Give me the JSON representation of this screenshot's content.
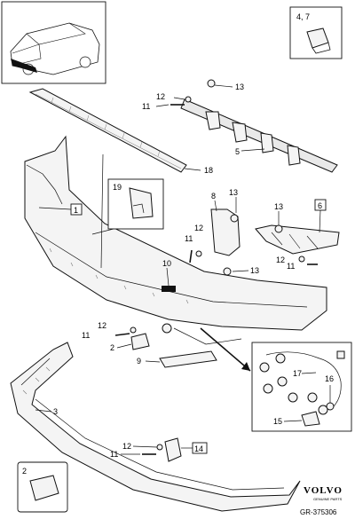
{
  "callouts": {
    "n1": "1",
    "n2": "2",
    "n3": "3",
    "n47": "4, 7",
    "n5": "5",
    "n6": "6",
    "n8": "8",
    "n9": "9",
    "n10": "10",
    "n11": "11",
    "n12": "12",
    "n13": "13",
    "n14": "14",
    "n15": "15",
    "n16": "16",
    "n17": "17",
    "n18": "18",
    "n19": "19"
  },
  "branding": {
    "logo": "VOLVO",
    "tagline": "GENUINE PARTS"
  },
  "diagram_code": "GR-375306"
}
